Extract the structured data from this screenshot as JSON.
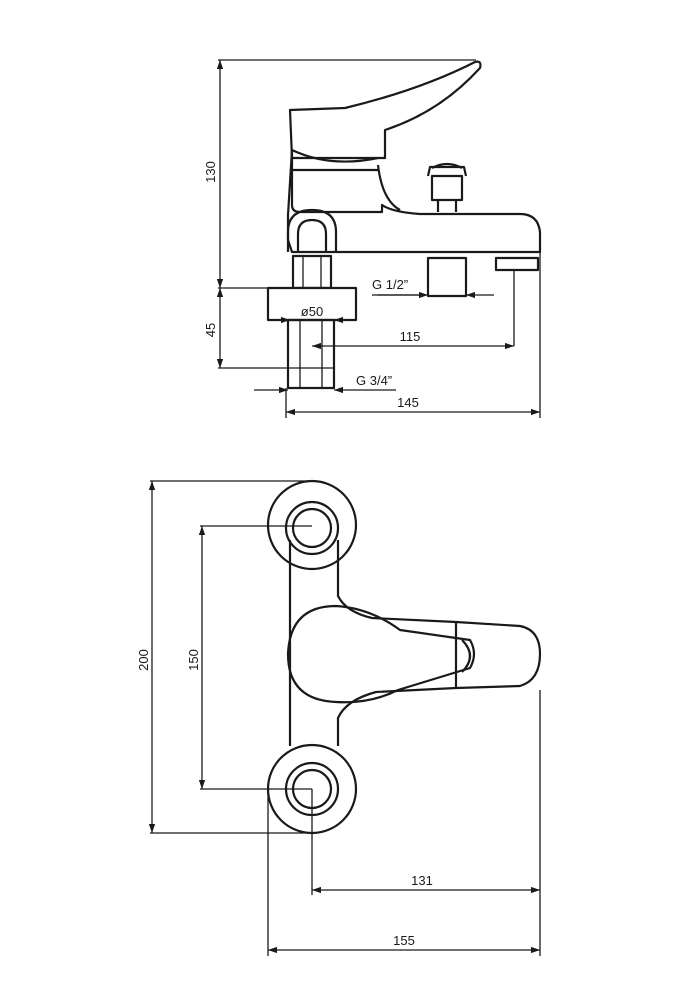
{
  "side_view": {
    "dims": {
      "height_upper": "130",
      "height_lower": "45",
      "inlet_thread": "G 1/2”",
      "diameter": "ø50",
      "spout_reach": "115",
      "outlet_thread": "G 3/4”",
      "overall_length": "145"
    }
  },
  "top_view": {
    "dims": {
      "overall_height": "200",
      "center_distance": "150",
      "handle_reach": "131",
      "overall_width": "155"
    }
  }
}
